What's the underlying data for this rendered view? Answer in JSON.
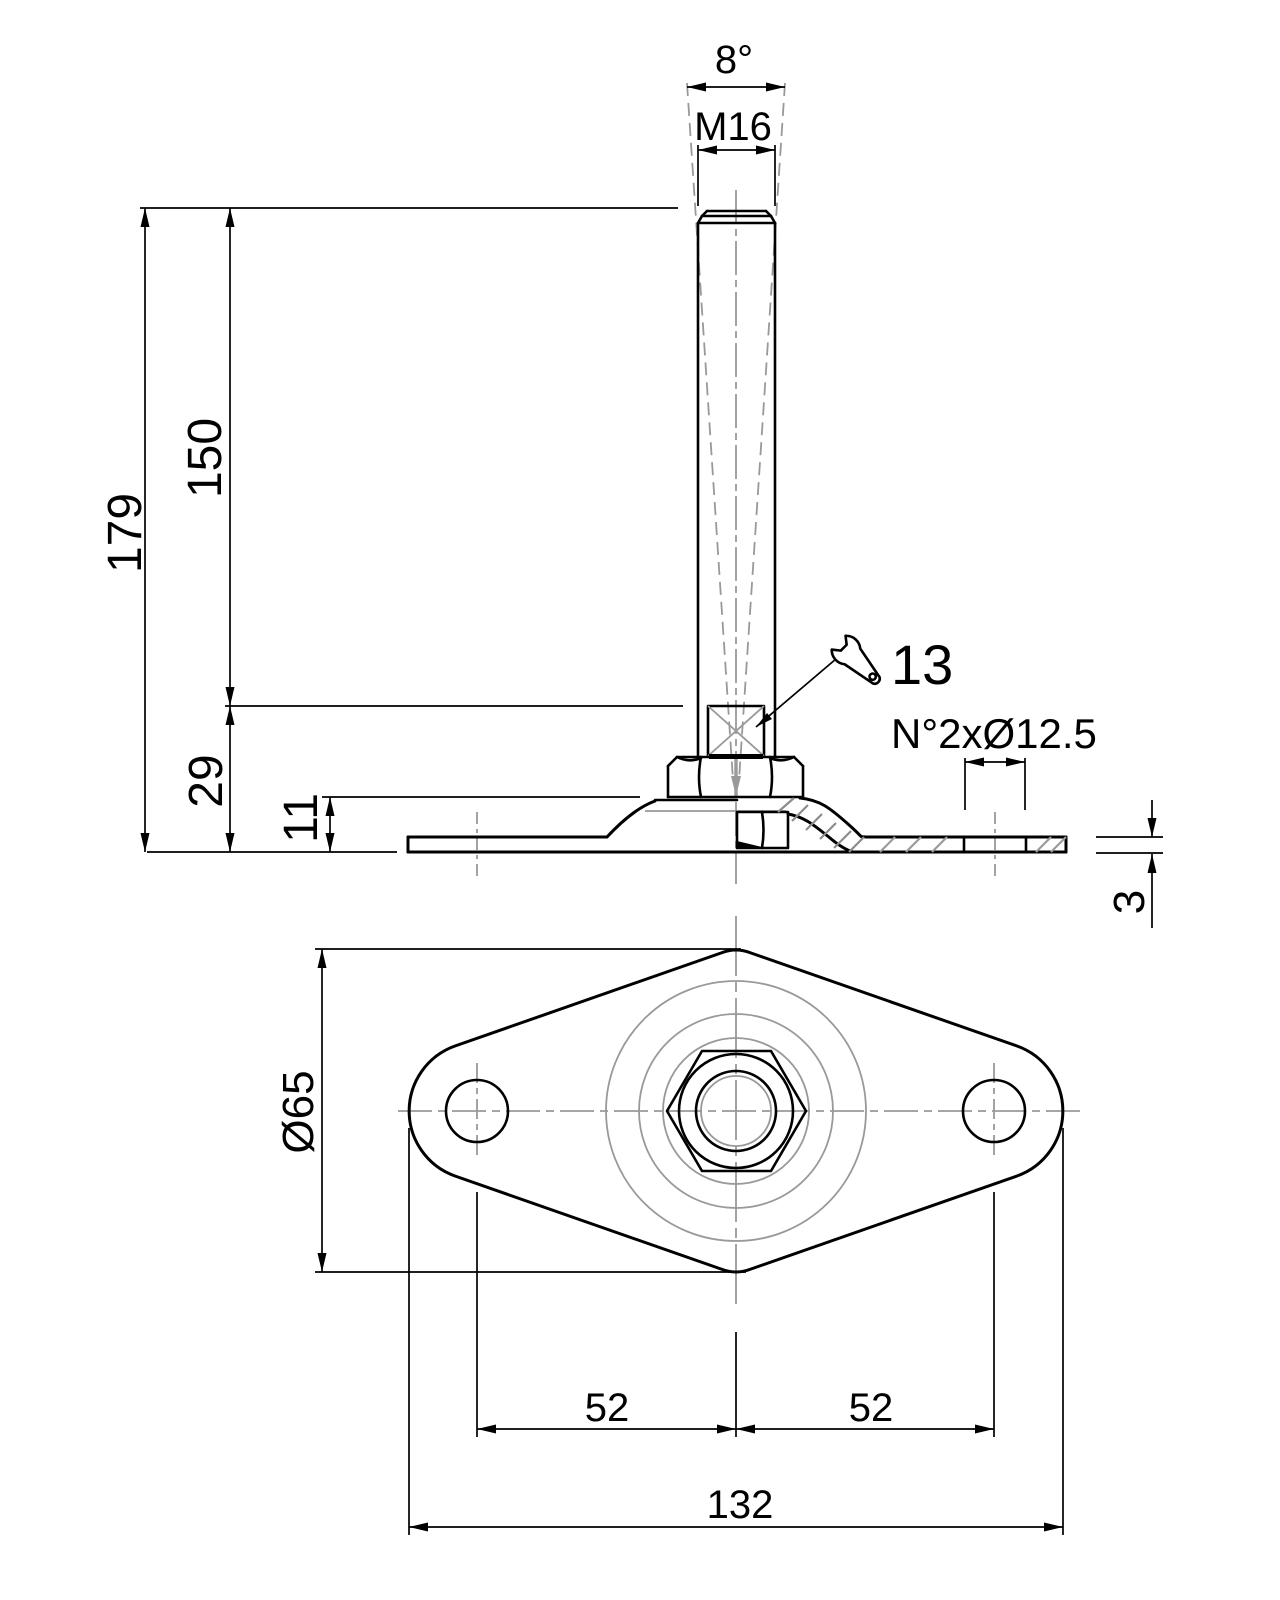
{
  "drawing": {
    "type": "technical-drawing",
    "part": "adjustable levelling foot with diamond base plate, side view and bottom view",
    "colors": {
      "ink": "#000000",
      "centerline": "#999999",
      "hatch": "#9a9a9a",
      "background": "#ffffff"
    },
    "labels": {
      "swing_angle": "8°",
      "thread": "M16",
      "total_height": "179",
      "stud_length": "150",
      "base_height": "29",
      "dome_height": "11",
      "wrench_size": "13",
      "holes": "N°2xØ12.5",
      "plate_thickness": "3",
      "dome_diameter": "Ø65",
      "hole_offset_left": "52",
      "hole_offset_right": "52",
      "plate_length": "132"
    }
  }
}
